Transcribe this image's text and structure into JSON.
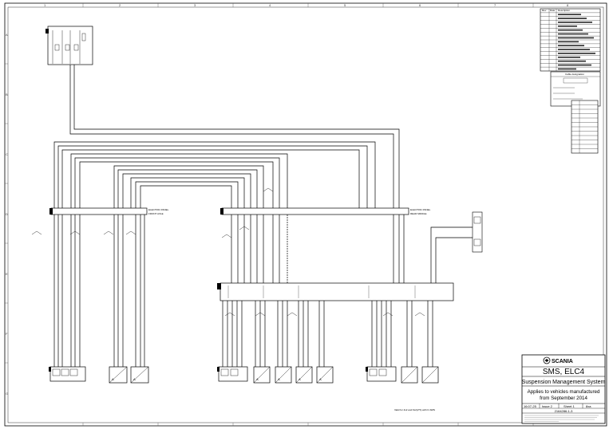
{
  "title_block": {
    "brand": "SCANIA",
    "system_code": "SMS, ELC4",
    "system_name": "Suspension Management System",
    "applies_line1": "Applies to vehicles manufactured",
    "applies_line2": "from September 2014",
    "date": "16:07-25",
    "issue": "Issue 2",
    "sheet": "Sheet 1",
    "size": "8xa",
    "document_number": "2164286-1-3"
  },
  "connectors": {
    "front_axle_line1": "ELECTRIC PANEL",
    "front_axle_line2": "FRONT AXLE",
    "rear_middle_line1": "ELECTRIC PANEL",
    "rear_middle_line2": "REAR MIDDLE"
  },
  "component_labels": {
    "c1": "A",
    "c2": "A",
    "c3": "A",
    "c4": "A",
    "c5": "A",
    "c6": "A"
  },
  "legend": {
    "heading": "Cable designation"
  },
  "notes": {
    "bottom_caption": "Valid for 4x2 and 6x2(2*4) with K-SMS"
  },
  "revision_table": {
    "header": [
      "Rev",
      "Date",
      "Description"
    ],
    "row_count": 15
  },
  "color_table": {
    "row_count": 12
  },
  "ruler": {
    "top": [
      "1",
      "2",
      "3",
      "4",
      "5",
      "6",
      "7",
      "8"
    ],
    "side": [
      "A",
      "B",
      "C",
      "D",
      "E",
      "F",
      "G"
    ]
  }
}
